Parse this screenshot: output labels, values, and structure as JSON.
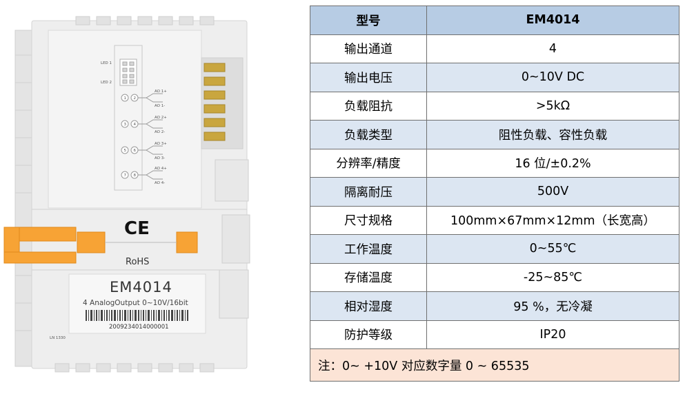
{
  "product": {
    "leds": [
      "LED 1",
      "LED 2"
    ],
    "channels": [
      {
        "pins": [
          "1",
          "2"
        ],
        "labels": [
          "AO 1+",
          "AO 1-"
        ]
      },
      {
        "pins": [
          "3",
          "4"
        ],
        "labels": [
          "AO 2+",
          "AO 2-"
        ]
      },
      {
        "pins": [
          "5",
          "6"
        ],
        "labels": [
          "AO 3+",
          "AO 3-"
        ]
      },
      {
        "pins": [
          "7",
          "8"
        ],
        "labels": [
          "AO 4+",
          "AO 4-"
        ]
      }
    ],
    "ce_mark": "CE",
    "rohs": "RoHS",
    "model": "EM4014",
    "description": "4 AnalogOutput 0~10V/16bit",
    "serial": "2009234014000001",
    "side_label": "LN 1330",
    "colors": {
      "body": "#eeeeee",
      "accent_orange": "#f7a335",
      "contacts": "#c9a63f"
    }
  },
  "spec_table": {
    "header": {
      "key": "型号",
      "value": "EM4014"
    },
    "rows": [
      {
        "key": "输出通道",
        "value": "4"
      },
      {
        "key": "输出电压",
        "value": "0~10V DC"
      },
      {
        "key": "负载阻抗",
        "value": ">5kΩ"
      },
      {
        "key": "负载类型",
        "value": "阻性负载、容性负载"
      },
      {
        "key": "分辨率/精度",
        "value": "16 位/±0.2%"
      },
      {
        "key": "隔离耐压",
        "value": "500V"
      },
      {
        "key": "尺寸规格",
        "value": "100mm×67mm×12mm（长宽高）"
      },
      {
        "key": "工作温度",
        "value": "0~55℃"
      },
      {
        "key": "存储温度",
        "value": "-25~85℃"
      },
      {
        "key": "相对湿度",
        "value": "95 %，无冷凝"
      },
      {
        "key": "防护等级",
        "value": "IP20"
      }
    ],
    "note": "注：0~ +10V 对应数字量  0 ~ 65535",
    "colors": {
      "header": "#b7cce4",
      "shaded_row": "#dce6f2",
      "note": "#fce4d6",
      "border": "#6f6f6f"
    }
  }
}
